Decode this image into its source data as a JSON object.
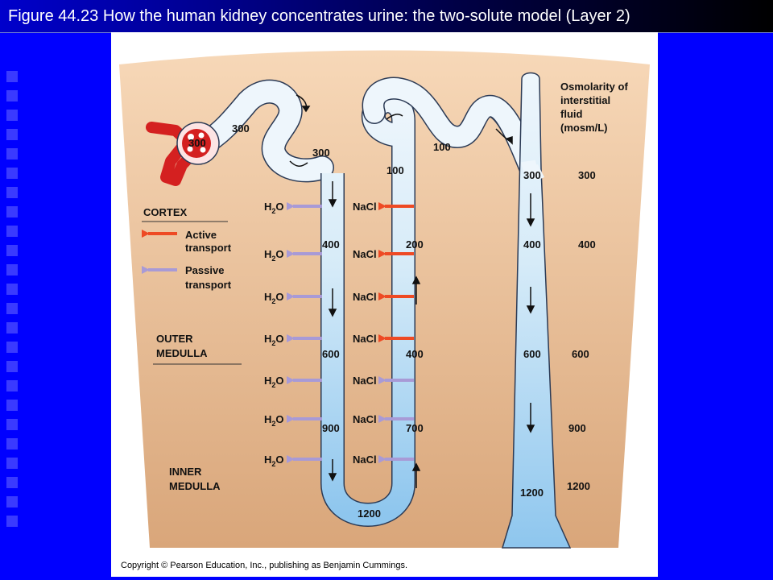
{
  "slide": {
    "title": "Figure 44.23  How the human kidney concentrates urine: the two-solute model (Layer 2)"
  },
  "figure": {
    "legend": {
      "cortex": "CORTEX",
      "outer_medulla": [
        "OUTER",
        "MEDULLA"
      ],
      "inner_medulla": [
        "INNER",
        "MEDULLA"
      ],
      "active": [
        "Active",
        "transport"
      ],
      "passive": [
        "Passive",
        "transport"
      ]
    },
    "header": [
      "Osmolarity of",
      "interstitial",
      "fluid",
      "(mosm/L)"
    ],
    "interstitial_values": [
      "300",
      "400",
      "600",
      "900",
      "1200"
    ],
    "glomerulus_value": "300",
    "proximal_value": "300",
    "descending_top": "300",
    "descending_values": [
      "400",
      "600",
      "900"
    ],
    "loop_bottom": "1200",
    "ascending_top": "100",
    "ascending_values": [
      "200",
      "400",
      "700"
    ],
    "distal_value": "100",
    "collecting_values": [
      "300",
      "400",
      "600",
      "1200"
    ],
    "water_label": "H",
    "water_sub": "2",
    "water_o": "O",
    "salt_label": "NaCl",
    "copyright": "Copyright © Pearson Education, Inc., publishing as Benjamin Cummings.",
    "colors": {
      "background_top": "#f7d8b8",
      "background_bottom": "#d9a67a",
      "tubule_fill": "#eaf4fb",
      "tubule_deep": "#8ec6ee",
      "tubule_outline": "#2b3a55",
      "active_arrow": "#ee4a24",
      "passive_arrow": "#a89ad6",
      "blood_vessel": "#d42020"
    }
  }
}
